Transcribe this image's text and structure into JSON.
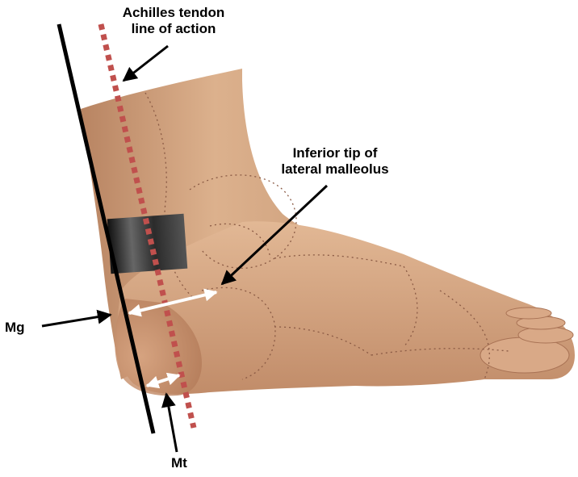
{
  "labels": {
    "achilles_line1": "Achilles tendon",
    "achilles_line2": "line of action",
    "malleolus_line1": "Inferior tip of",
    "malleolus_line2": "lateral malleolus",
    "mg": "Mg",
    "mt": "Mt"
  },
  "colors": {
    "skin": "#d9ab86",
    "skin_shadow": "#b98563",
    "tendon_line": "#c0504d",
    "reference_line": "#000000",
    "measure_arrow": "#ffffff",
    "probe": "#2a2a2a"
  }
}
